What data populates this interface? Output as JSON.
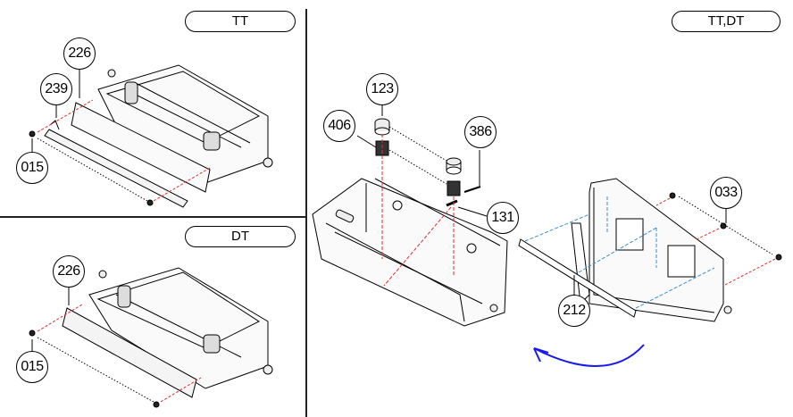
{
  "panels": {
    "tt": {
      "label": "TT",
      "callouts": [
        "226",
        "239",
        "015"
      ]
    },
    "dt": {
      "label": "DT",
      "callouts": [
        "226",
        "015"
      ]
    },
    "tt_dt": {
      "label": "TT,DT",
      "callouts": [
        "123",
        "406",
        "386",
        "131",
        "033",
        "212"
      ]
    }
  },
  "colors": {
    "line": "#000000",
    "red_dash": "#e0302f",
    "blue_dash": "#3a8fd0",
    "arrow": "#1a1aee"
  },
  "icons": {
    "rotate_arrow": "curved-arrow-left"
  }
}
